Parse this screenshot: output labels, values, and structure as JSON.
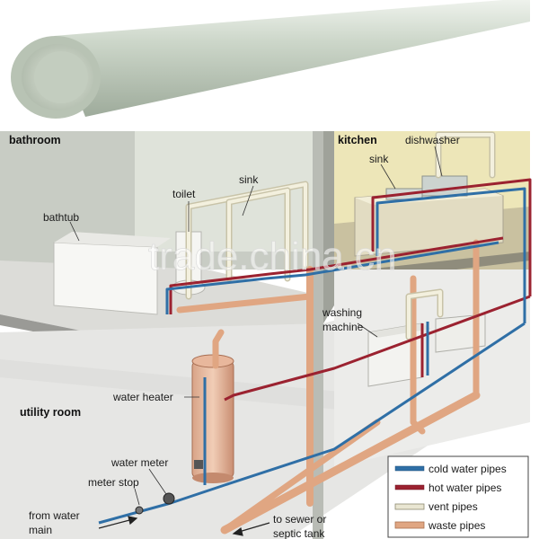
{
  "rooms": {
    "bathroom": "bathroom",
    "kitchen": "kitchen",
    "utility_room": "utility room"
  },
  "labels": {
    "bathtub": "bathtub",
    "toilet": "toilet",
    "sink_bathroom": "sink",
    "sink_kitchen": "sink",
    "dishwasher": "dishwasher",
    "washing_machine_1": "washing",
    "washing_machine_2": "machine",
    "water_heater": "water heater",
    "water_meter": "water meter",
    "meter_stop": "meter stop",
    "from_water_main_1": "from water",
    "from_water_main_2": "main",
    "to_sewer_1": "to sewer or",
    "to_sewer_2": "septic tank"
  },
  "legend": {
    "items": [
      {
        "label": "cold water pipes",
        "color": "#2f6fa6"
      },
      {
        "label": "hot water pipes",
        "color": "#9b2230"
      },
      {
        "label": "vent pipes",
        "color": "#e9e6d2"
      },
      {
        "label": "waste pipes",
        "color": "#e0a682"
      }
    ]
  },
  "watermark": "trade.china.cn",
  "colors": {
    "cold": "#2f6fa6",
    "hot": "#9b2230",
    "vent": "#e9e6d2",
    "waste": "#e0a682",
    "pipe_photo": "#c9d3c6"
  }
}
